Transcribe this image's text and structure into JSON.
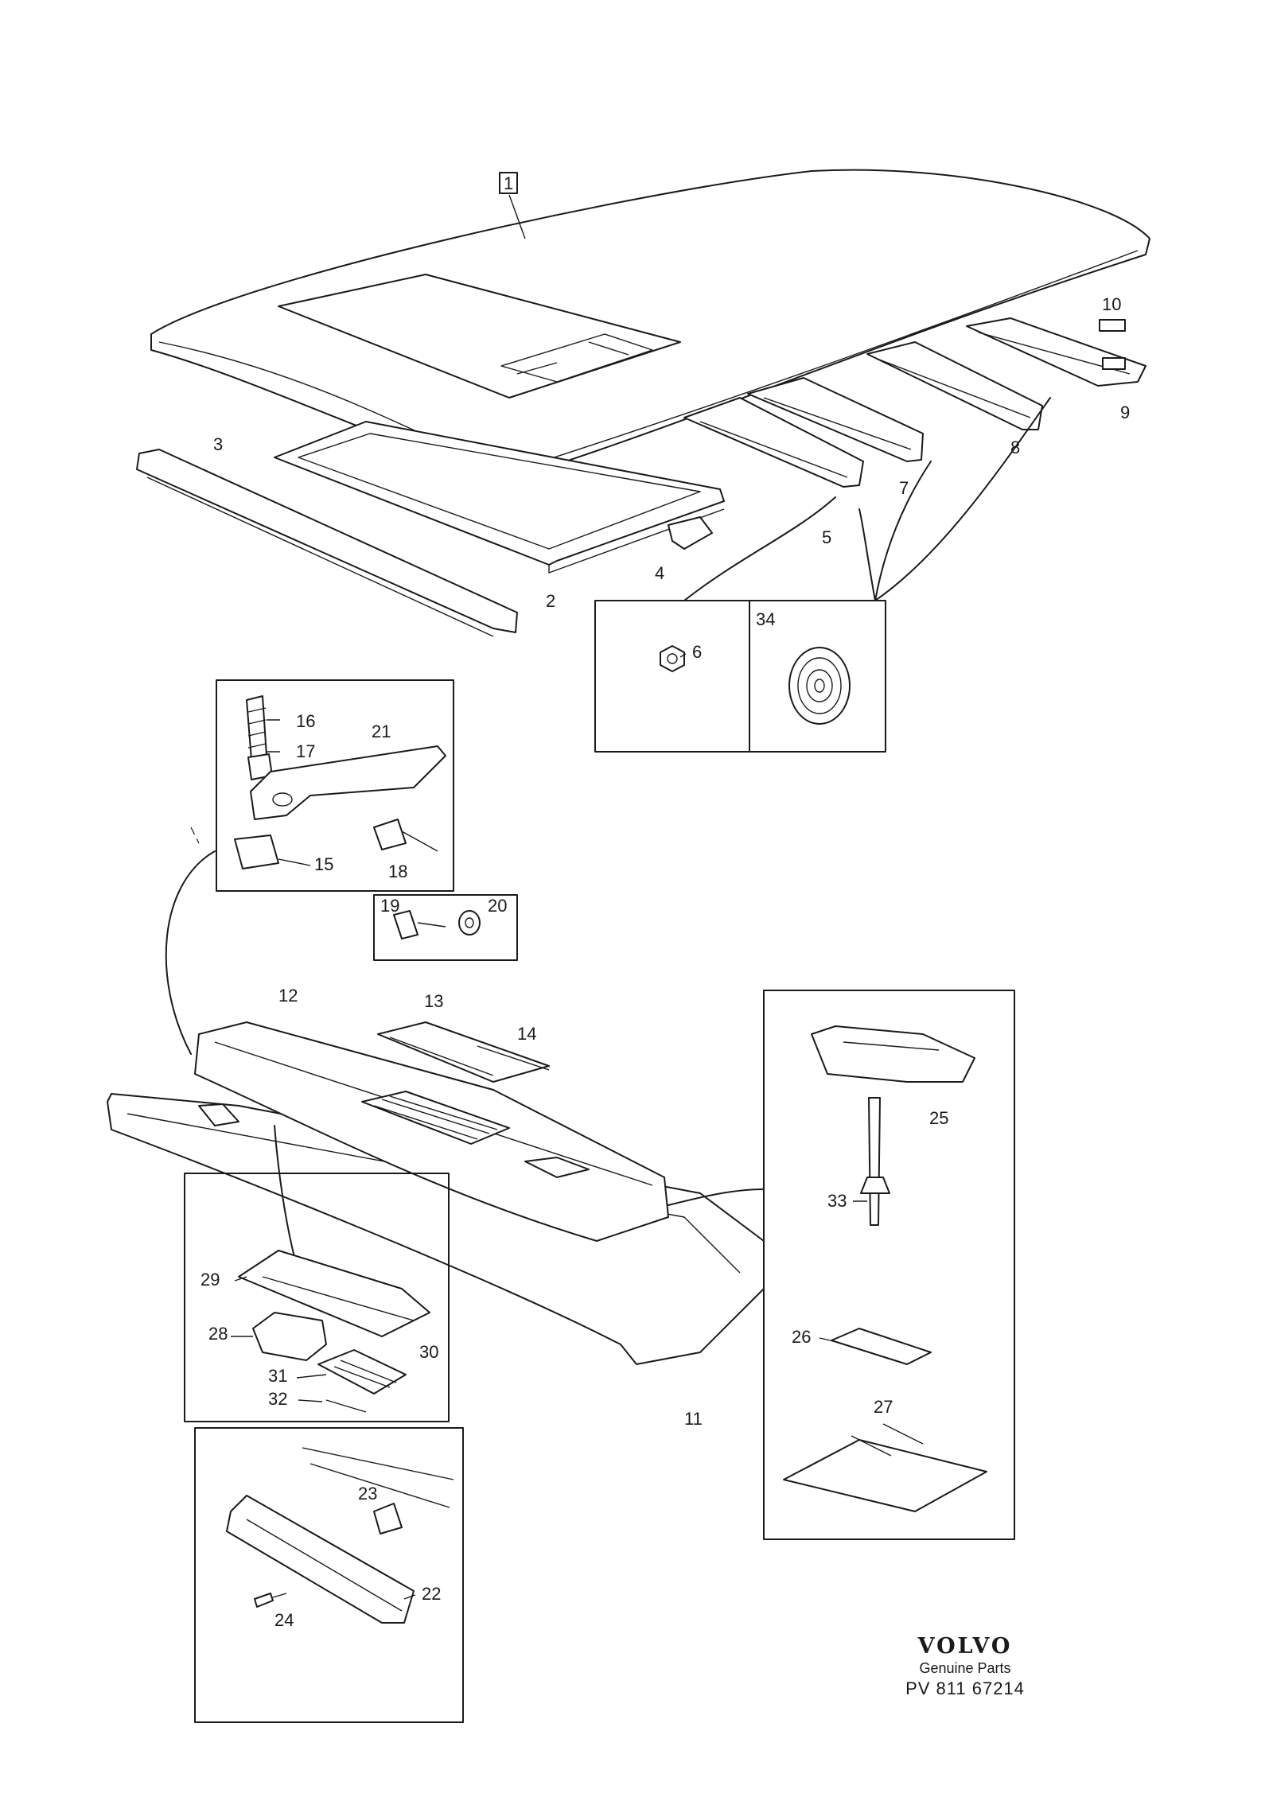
{
  "diagram": {
    "callouts": [
      "1",
      "2",
      "3",
      "4",
      "5",
      "6",
      "7",
      "8",
      "9",
      "10",
      "11",
      "12",
      "13",
      "14",
      "15",
      "16",
      "17",
      "18",
      "19",
      "20",
      "21",
      "22",
      "23",
      "24",
      "25",
      "26",
      "27",
      "28",
      "29",
      "30",
      "31",
      "32",
      "33",
      "34"
    ]
  },
  "footer": {
    "brand": "VOLVO",
    "tagline": "Genuine Parts",
    "code": "PV 811 67214"
  }
}
